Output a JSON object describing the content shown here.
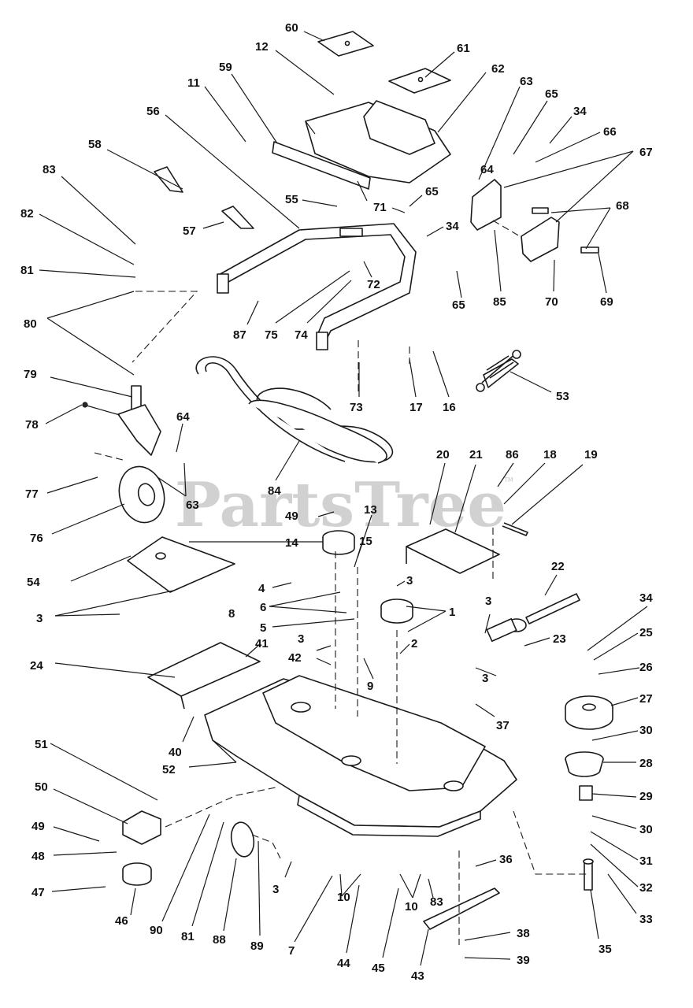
{
  "watermark": {
    "text": "PartsTree",
    "trademark": "TM"
  },
  "callouts": [
    {
      "id": "c60",
      "label": "60"
    },
    {
      "id": "c12",
      "label": "12"
    },
    {
      "id": "c61",
      "label": "61"
    },
    {
      "id": "c11",
      "label": "11"
    },
    {
      "id": "c59",
      "label": "59"
    },
    {
      "id": "c62",
      "label": "62"
    },
    {
      "id": "c63a",
      "label": "63"
    },
    {
      "id": "c65a",
      "label": "65"
    },
    {
      "id": "c56",
      "label": "56"
    },
    {
      "id": "c34a",
      "label": "34"
    },
    {
      "id": "c66",
      "label": "66"
    },
    {
      "id": "c67",
      "label": "67"
    },
    {
      "id": "c58",
      "label": "58"
    },
    {
      "id": "c64a",
      "label": "64"
    },
    {
      "id": "c83a",
      "label": "83"
    },
    {
      "id": "c55",
      "label": "55"
    },
    {
      "id": "c65b",
      "label": "65"
    },
    {
      "id": "c71",
      "label": "71"
    },
    {
      "id": "c68",
      "label": "68"
    },
    {
      "id": "c82",
      "label": "82"
    },
    {
      "id": "c57",
      "label": "57"
    },
    {
      "id": "c34b",
      "label": "34"
    },
    {
      "id": "c81a",
      "label": "81"
    },
    {
      "id": "c72",
      "label": "72"
    },
    {
      "id": "c65c",
      "label": "65"
    },
    {
      "id": "c85",
      "label": "85"
    },
    {
      "id": "c70",
      "label": "70"
    },
    {
      "id": "c69",
      "label": "69"
    },
    {
      "id": "c80",
      "label": "80"
    },
    {
      "id": "c87",
      "label": "87"
    },
    {
      "id": "c75",
      "label": "75"
    },
    {
      "id": "c74",
      "label": "74"
    },
    {
      "id": "c79",
      "label": "79"
    },
    {
      "id": "c73",
      "label": "73"
    },
    {
      "id": "c17",
      "label": "17"
    },
    {
      "id": "c16",
      "label": "16"
    },
    {
      "id": "c53",
      "label": "53"
    },
    {
      "id": "c78",
      "label": "78"
    },
    {
      "id": "c64b",
      "label": "64"
    },
    {
      "id": "c77",
      "label": "77"
    },
    {
      "id": "c84",
      "label": "84"
    },
    {
      "id": "c63b",
      "label": "63"
    },
    {
      "id": "c76",
      "label": "76"
    },
    {
      "id": "c20",
      "label": "20"
    },
    {
      "id": "c21",
      "label": "21"
    },
    {
      "id": "c86",
      "label": "86"
    },
    {
      "id": "c18",
      "label": "18"
    },
    {
      "id": "c19",
      "label": "19"
    },
    {
      "id": "c49a",
      "label": "49"
    },
    {
      "id": "c13",
      "label": "13"
    },
    {
      "id": "c14",
      "label": "14"
    },
    {
      "id": "c15",
      "label": "15"
    },
    {
      "id": "c54",
      "label": "54"
    },
    {
      "id": "c22",
      "label": "22"
    },
    {
      "id": "c4",
      "label": "4"
    },
    {
      "id": "c3a",
      "label": "3"
    },
    {
      "id": "c6",
      "label": "6"
    },
    {
      "id": "c1",
      "label": "1"
    },
    {
      "id": "c8",
      "label": "8"
    },
    {
      "id": "c3b",
      "label": "3"
    },
    {
      "id": "c34c",
      "label": "34"
    },
    {
      "id": "c5",
      "label": "5"
    },
    {
      "id": "c3c",
      "label": "3"
    },
    {
      "id": "c23",
      "label": "23"
    },
    {
      "id": "c25",
      "label": "25"
    },
    {
      "id": "c3d",
      "label": "3"
    },
    {
      "id": "c41",
      "label": "41"
    },
    {
      "id": "c42",
      "label": "42"
    },
    {
      "id": "c2",
      "label": "2"
    },
    {
      "id": "c24",
      "label": "24"
    },
    {
      "id": "c3e",
      "label": "3"
    },
    {
      "id": "c26",
      "label": "26"
    },
    {
      "id": "c9",
      "label": "9"
    },
    {
      "id": "c27",
      "label": "27"
    },
    {
      "id": "c37",
      "label": "37"
    },
    {
      "id": "c40",
      "label": "40"
    },
    {
      "id": "c30a",
      "label": "30"
    },
    {
      "id": "c51",
      "label": "51"
    },
    {
      "id": "c28",
      "label": "28"
    },
    {
      "id": "c52",
      "label": "52"
    },
    {
      "id": "c29",
      "label": "29"
    },
    {
      "id": "c50",
      "label": "50"
    },
    {
      "id": "c30b",
      "label": "30"
    },
    {
      "id": "c49b",
      "label": "49"
    },
    {
      "id": "c31",
      "label": "31"
    },
    {
      "id": "c48",
      "label": "48"
    },
    {
      "id": "c36",
      "label": "36"
    },
    {
      "id": "c32",
      "label": "32"
    },
    {
      "id": "c47",
      "label": "47"
    },
    {
      "id": "c3f",
      "label": "3"
    },
    {
      "id": "c10a",
      "label": "10"
    },
    {
      "id": "c83b",
      "label": "83"
    },
    {
      "id": "c10b",
      "label": "10"
    },
    {
      "id": "c33",
      "label": "33"
    },
    {
      "id": "c46",
      "label": "46"
    },
    {
      "id": "c90",
      "label": "90"
    },
    {
      "id": "c81b",
      "label": "81"
    },
    {
      "id": "c88",
      "label": "88"
    },
    {
      "id": "c89",
      "label": "89"
    },
    {
      "id": "c7",
      "label": "7"
    },
    {
      "id": "c35",
      "label": "35"
    },
    {
      "id": "c38",
      "label": "38"
    },
    {
      "id": "c44",
      "label": "44"
    },
    {
      "id": "c45",
      "label": "45"
    },
    {
      "id": "c39",
      "label": "39"
    },
    {
      "id": "c43",
      "label": "43"
    }
  ]
}
